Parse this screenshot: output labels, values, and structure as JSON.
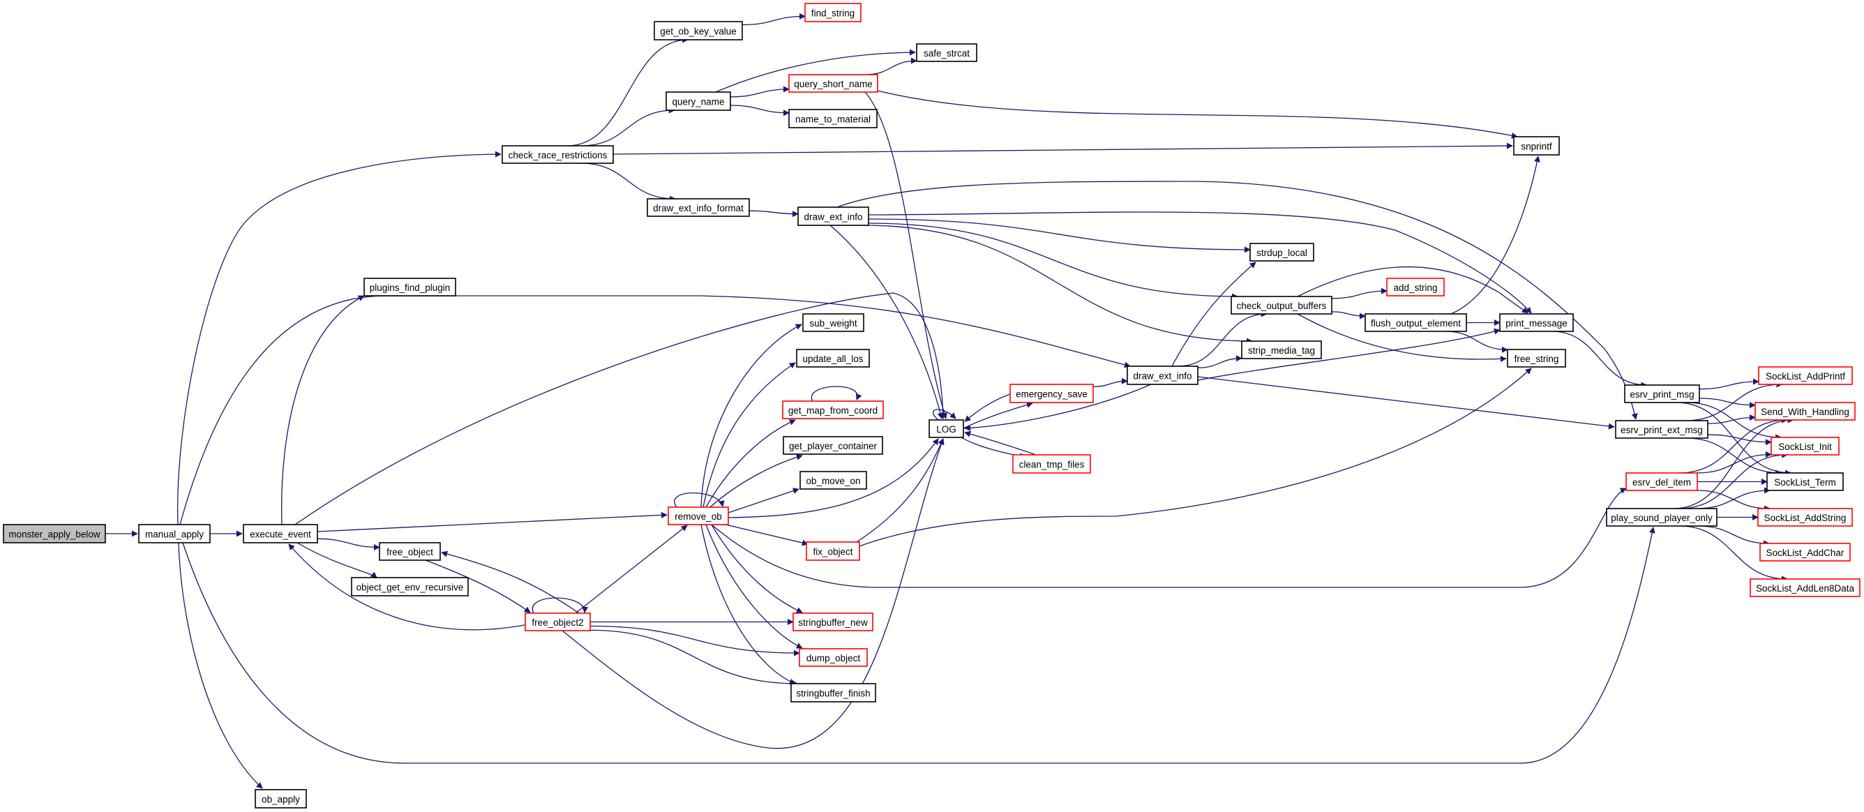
{
  "title": "monster_apply_below call graph",
  "colors": {
    "edge": "#191970",
    "node_border": "#000000",
    "node_border_truncated": "#ff0000",
    "root_fill": "#bfbfbf",
    "node_fill": "#ffffff"
  },
  "nodes": [
    {
      "id": "monster_apply_below",
      "label": "monster_apply_below",
      "root": true
    },
    {
      "id": "manual_apply",
      "label": "manual_apply"
    },
    {
      "id": "execute_event",
      "label": "execute_event"
    },
    {
      "id": "check_race_restrictions",
      "label": "check_race_restrictions"
    },
    {
      "id": "get_ob_key_value",
      "label": "get_ob_key_value"
    },
    {
      "id": "find_string",
      "label": "find_string",
      "truncated": true
    },
    {
      "id": "query_name",
      "label": "query_name"
    },
    {
      "id": "safe_strcat",
      "label": "safe_strcat"
    },
    {
      "id": "query_short_name",
      "label": "query_short_name",
      "truncated": true
    },
    {
      "id": "name_to_material",
      "label": "name_to_material"
    },
    {
      "id": "snprintf",
      "label": "snprintf"
    },
    {
      "id": "draw_ext_info_format",
      "label": "draw_ext_info_format"
    },
    {
      "id": "draw_ext_info_a",
      "label": "draw_ext_info"
    },
    {
      "id": "plugins_find_plugin",
      "label": "plugins_find_plugin"
    },
    {
      "id": "strdup_local",
      "label": "strdup_local"
    },
    {
      "id": "check_output_buffers",
      "label": "check_output_buffers"
    },
    {
      "id": "add_string",
      "label": "add_string",
      "truncated": true
    },
    {
      "id": "flush_output_element",
      "label": "flush_output_element"
    },
    {
      "id": "print_message",
      "label": "print_message"
    },
    {
      "id": "strip_media_tag",
      "label": "strip_media_tag"
    },
    {
      "id": "free_string",
      "label": "free_string"
    },
    {
      "id": "draw_ext_info_b",
      "label": "draw_ext_info"
    },
    {
      "id": "emergency_save",
      "label": "emergency_save",
      "truncated": true
    },
    {
      "id": "LOG",
      "label": "LOG"
    },
    {
      "id": "clean_tmp_files",
      "label": "clean_tmp_files",
      "truncated": true
    },
    {
      "id": "sub_weight",
      "label": "sub_weight"
    },
    {
      "id": "update_all_los",
      "label": "update_all_los"
    },
    {
      "id": "get_map_from_coord",
      "label": "get_map_from_coord",
      "truncated": true
    },
    {
      "id": "get_player_container",
      "label": "get_player_container"
    },
    {
      "id": "ob_move_on",
      "label": "ob_move_on"
    },
    {
      "id": "remove_ob",
      "label": "remove_ob",
      "truncated": true
    },
    {
      "id": "fix_object",
      "label": "fix_object",
      "truncated": true
    },
    {
      "id": "free_object",
      "label": "free_object"
    },
    {
      "id": "object_get_env_recursive",
      "label": "object_get_env_recursive"
    },
    {
      "id": "free_object2",
      "label": "free_object2",
      "truncated": true
    },
    {
      "id": "stringbuffer_new",
      "label": "stringbuffer_new",
      "truncated": true
    },
    {
      "id": "dump_object",
      "label": "dump_object",
      "truncated": true
    },
    {
      "id": "stringbuffer_finish",
      "label": "stringbuffer_finish"
    },
    {
      "id": "ob_apply",
      "label": "ob_apply"
    },
    {
      "id": "esrv_print_msg",
      "label": "esrv_print_msg"
    },
    {
      "id": "esrv_print_ext_msg",
      "label": "esrv_print_ext_msg"
    },
    {
      "id": "esrv_del_item",
      "label": "esrv_del_item",
      "truncated": true
    },
    {
      "id": "play_sound_player_only",
      "label": "play_sound_player_only"
    },
    {
      "id": "SockList_AddPrintf",
      "label": "SockList_AddPrintf",
      "truncated": true
    },
    {
      "id": "Send_With_Handling",
      "label": "Send_With_Handling",
      "truncated": true
    },
    {
      "id": "SockList_Init",
      "label": "SockList_Init",
      "truncated": true
    },
    {
      "id": "SockList_Term",
      "label": "SockList_Term"
    },
    {
      "id": "SockList_AddString",
      "label": "SockList_AddString",
      "truncated": true
    },
    {
      "id": "SockList_AddChar",
      "label": "SockList_AddChar",
      "truncated": true
    },
    {
      "id": "SockList_AddLen8Data",
      "label": "SockList_AddLen8Data",
      "truncated": true
    }
  ],
  "edges": [
    [
      "monster_apply_below",
      "manual_apply"
    ],
    [
      "manual_apply",
      "execute_event"
    ],
    [
      "manual_apply",
      "check_race_restrictions"
    ],
    [
      "manual_apply",
      "draw_ext_info_b"
    ],
    [
      "manual_apply",
      "ob_apply"
    ],
    [
      "manual_apply",
      "play_sound_player_only"
    ],
    [
      "check_race_restrictions",
      "get_ob_key_value"
    ],
    [
      "check_race_restrictions",
      "query_name"
    ],
    [
      "check_race_restrictions",
      "snprintf"
    ],
    [
      "check_race_restrictions",
      "draw_ext_info_format"
    ],
    [
      "get_ob_key_value",
      "find_string"
    ],
    [
      "query_name",
      "safe_strcat"
    ],
    [
      "query_name",
      "query_short_name"
    ],
    [
      "query_name",
      "name_to_material"
    ],
    [
      "query_short_name",
      "safe_strcat"
    ],
    [
      "query_short_name",
      "snprintf"
    ],
    [
      "query_short_name",
      "LOG"
    ],
    [
      "draw_ext_info_format",
      "draw_ext_info_a"
    ],
    [
      "draw_ext_info_a",
      "esrv_print_ext_msg"
    ],
    [
      "draw_ext_info_a",
      "print_message"
    ],
    [
      "draw_ext_info_a",
      "strdup_local"
    ],
    [
      "draw_ext_info_a",
      "check_output_buffers"
    ],
    [
      "draw_ext_info_a",
      "strip_media_tag"
    ],
    [
      "draw_ext_info_a",
      "LOG"
    ],
    [
      "execute_event",
      "plugins_find_plugin"
    ],
    [
      "execute_event",
      "LOG"
    ],
    [
      "execute_event",
      "remove_ob"
    ],
    [
      "execute_event",
      "free_object"
    ],
    [
      "execute_event",
      "object_get_env_recursive"
    ],
    [
      "free_object",
      "free_object2"
    ],
    [
      "free_object2",
      "free_object"
    ],
    [
      "free_object2",
      "free_object2"
    ],
    [
      "free_object2",
      "execute_event"
    ],
    [
      "free_object2",
      "remove_ob"
    ],
    [
      "free_object2",
      "stringbuffer_new"
    ],
    [
      "free_object2",
      "dump_object"
    ],
    [
      "free_object2",
      "stringbuffer_finish"
    ],
    [
      "free_object2",
      "LOG"
    ],
    [
      "remove_ob",
      "remove_ob"
    ],
    [
      "remove_ob",
      "sub_weight"
    ],
    [
      "remove_ob",
      "update_all_los"
    ],
    [
      "remove_ob",
      "get_map_from_coord"
    ],
    [
      "remove_ob",
      "get_player_container"
    ],
    [
      "remove_ob",
      "ob_move_on"
    ],
    [
      "remove_ob",
      "LOG"
    ],
    [
      "remove_ob",
      "fix_object"
    ],
    [
      "remove_ob",
      "stringbuffer_new"
    ],
    [
      "remove_ob",
      "dump_object"
    ],
    [
      "remove_ob",
      "stringbuffer_finish"
    ],
    [
      "remove_ob",
      "esrv_del_item"
    ],
    [
      "get_map_from_coord",
      "get_map_from_coord"
    ],
    [
      "fix_object",
      "LOG"
    ],
    [
      "fix_object",
      "free_string"
    ],
    [
      "LOG",
      "LOG"
    ],
    [
      "LOG",
      "emergency_save"
    ],
    [
      "LOG",
      "clean_tmp_files"
    ],
    [
      "emergency_save",
      "LOG"
    ],
    [
      "emergency_save",
      "draw_ext_info_b"
    ],
    [
      "clean_tmp_files",
      "LOG"
    ],
    [
      "draw_ext_info_b",
      "LOG"
    ],
    [
      "draw_ext_info_b",
      "strdup_local"
    ],
    [
      "draw_ext_info_b",
      "check_output_buffers"
    ],
    [
      "draw_ext_info_b",
      "strip_media_tag"
    ],
    [
      "draw_ext_info_b",
      "print_message"
    ],
    [
      "draw_ext_info_b",
      "esrv_print_ext_msg"
    ],
    [
      "check_output_buffers",
      "add_string"
    ],
    [
      "check_output_buffers",
      "flush_output_element"
    ],
    [
      "check_output_buffers",
      "print_message"
    ],
    [
      "check_output_buffers",
      "free_string"
    ],
    [
      "flush_output_element",
      "print_message"
    ],
    [
      "flush_output_element",
      "free_string"
    ],
    [
      "flush_output_element",
      "snprintf"
    ],
    [
      "print_message",
      "esrv_print_msg"
    ],
    [
      "esrv_print_msg",
      "SockList_AddPrintf"
    ],
    [
      "esrv_print_msg",
      "Send_With_Handling"
    ],
    [
      "esrv_print_msg",
      "SockList_Init"
    ],
    [
      "esrv_print_msg",
      "SockList_Term"
    ],
    [
      "esrv_print_ext_msg",
      "SockList_AddPrintf"
    ],
    [
      "esrv_print_ext_msg",
      "Send_With_Handling"
    ],
    [
      "esrv_print_ext_msg",
      "SockList_Init"
    ],
    [
      "esrv_print_ext_msg",
      "SockList_Term"
    ],
    [
      "esrv_del_item",
      "Send_With_Handling"
    ],
    [
      "esrv_del_item",
      "SockList_Init"
    ],
    [
      "esrv_del_item",
      "SockList_Term"
    ],
    [
      "esrv_del_item",
      "SockList_AddString"
    ],
    [
      "play_sound_player_only",
      "Send_With_Handling"
    ],
    [
      "play_sound_player_only",
      "SockList_Init"
    ],
    [
      "play_sound_player_only",
      "SockList_Term"
    ],
    [
      "play_sound_player_only",
      "SockList_AddString"
    ],
    [
      "play_sound_player_only",
      "SockList_AddChar"
    ],
    [
      "play_sound_player_only",
      "SockList_AddLen8Data"
    ]
  ]
}
